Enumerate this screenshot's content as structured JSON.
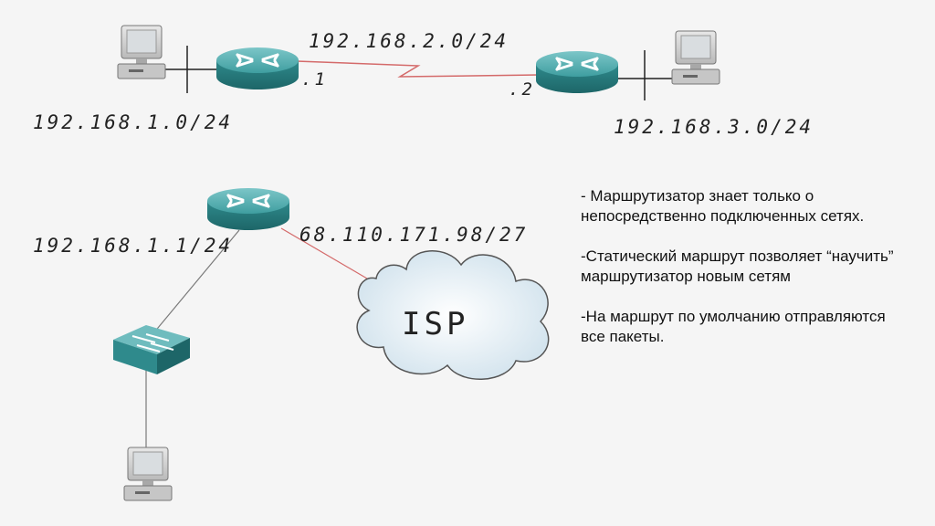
{
  "top_diagram": {
    "wan_network": "192.168.2.0/24",
    "router_left_ip": ".1",
    "router_right_ip": ".2",
    "lan_left": "192.168.1.0/24",
    "lan_right": "192.168.3.0/24"
  },
  "bottom_diagram": {
    "lan_ip": "192.168.1.1/24",
    "wan_ip": "68.110.171.98/27",
    "isp_label": "ISP"
  },
  "notes": [
    "- Маршрутизатор знает только о непосредственно подключенных сетях.",
    "-Статический маршрут позволяет “научить” маршрутизатор новым сетям",
    "-На маршрут по умолчанию отправляются все пакеты."
  ],
  "colors": {
    "device_teal": "#3f9ea0",
    "serial_link": "#d46a6a",
    "ethernet_link": "#7a7a7a"
  }
}
